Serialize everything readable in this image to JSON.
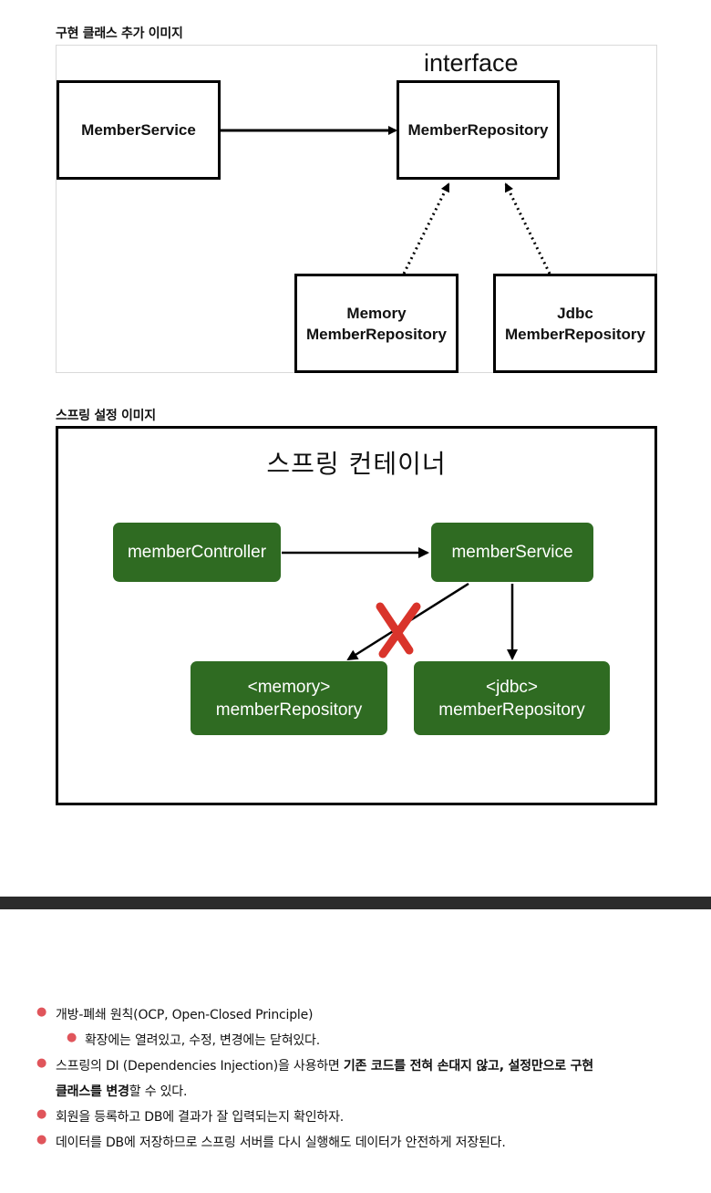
{
  "section1": {
    "heading": "구현 클래스 추가 이미지",
    "interface_label": "interface",
    "boxes": {
      "member_service": "MemberService",
      "member_repository": "MemberRepository",
      "memory_line1": "Memory",
      "memory_line2": "MemberRepository",
      "jdbc_line1": "Jdbc",
      "jdbc_line2": "MemberRepository"
    }
  },
  "section2": {
    "heading": "스프링 설정 이미지",
    "container_title": "스프링 컨테이너",
    "boxes": {
      "member_controller": "memberController",
      "member_service": "memberService",
      "memory_line1": "<memory>",
      "memory_line2": "memberRepository",
      "jdbc_line1": "<jdbc>",
      "jdbc_line2": "memberRepository"
    },
    "colors": {
      "box": "#2f6b22",
      "cross": "#d9342b"
    }
  },
  "bullets": {
    "b1": "개방-폐쇄 원칙(OCP, Open-Closed Principle)",
    "b1_sub": "확장에는 열려있고, 수정, 변경에는 닫혀있다.",
    "b2_pre": "스프링의 DI (Dependencies Injection)을 사용하면 ",
    "b2_bold1": "기존 코드를 전혀 손대지 않고, 설정만으로 구현",
    "b2_bold2": "클래스를 변경",
    "b2_post": "할 수 있다.",
    "b3": "회원을 등록하고 DB에 결과가 잘 입력되는지 확인하자.",
    "b4": "데이터를 DB에 저장하므로 스프링 서버를 다시 실행해도 데이터가 안전하게 저장된다.",
    "bullet_color": "#e0555b"
  }
}
